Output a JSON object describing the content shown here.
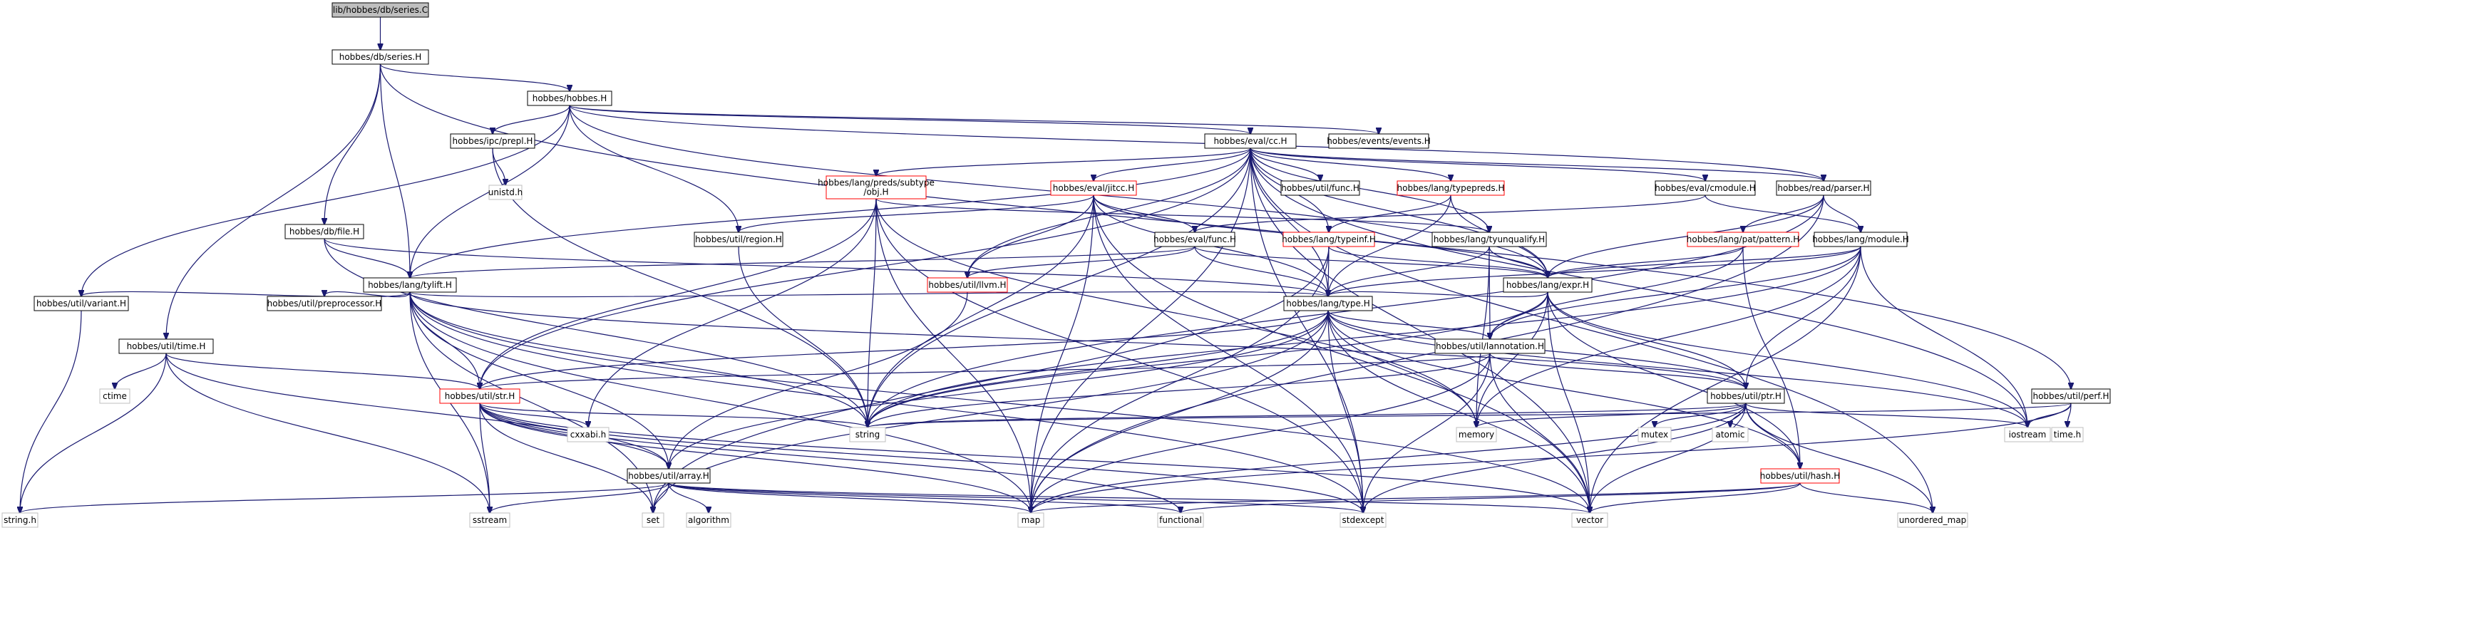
{
  "graph": {
    "colors": {
      "edge": "#191970",
      "doc_border": "#000000",
      "undoc_border": "#ff0000",
      "system_border": "#bfbfbf",
      "root_fill": "#bfbfbf"
    },
    "nodes": [
      {
        "id": "series_C",
        "label": "lib/hobbes/db/series.C",
        "kind": "root"
      },
      {
        "id": "series_H",
        "label": "hobbes/db/series.H",
        "kind": "doc"
      },
      {
        "id": "hobbes_H",
        "label": "hobbes/hobbes.H",
        "kind": "doc"
      },
      {
        "id": "cc_H",
        "label": "hobbes/eval/cc.H",
        "kind": "doc"
      },
      {
        "id": "events_H",
        "label": "hobbes/events/events.H",
        "kind": "doc"
      },
      {
        "id": "prepl_H",
        "label": "hobbes/ipc/prepl.H",
        "kind": "doc"
      },
      {
        "id": "unistd",
        "label": "unistd.h",
        "kind": "system"
      },
      {
        "id": "subtype_H",
        "label": "hobbes/lang/preds/subtype\n/obj.H",
        "kind": "undoc"
      },
      {
        "id": "jitcc_H",
        "label": "hobbes/eval/jitcc.H",
        "kind": "undoc"
      },
      {
        "id": "func_util_H",
        "label": "hobbes/util/func.H",
        "kind": "doc"
      },
      {
        "id": "typepreds_H",
        "label": "hobbes/lang/typepreds.H",
        "kind": "undoc"
      },
      {
        "id": "cmodule_H",
        "label": "hobbes/eval/cmodule.H",
        "kind": "doc"
      },
      {
        "id": "parser_H",
        "label": "hobbes/read/parser.H",
        "kind": "doc"
      },
      {
        "id": "file_H",
        "label": "hobbes/db/file.H",
        "kind": "doc"
      },
      {
        "id": "region_H",
        "label": "hobbes/util/region.H",
        "kind": "doc"
      },
      {
        "id": "evalfunc_H",
        "label": "hobbes/eval/func.H",
        "kind": "doc"
      },
      {
        "id": "typeinf_H",
        "label": "hobbes/lang/typeinf.H",
        "kind": "undoc"
      },
      {
        "id": "tyunqualify_H",
        "label": "hobbes/lang/tyunqualify.H",
        "kind": "doc"
      },
      {
        "id": "pattern_H",
        "label": "hobbes/lang/pat/pattern.H",
        "kind": "undoc"
      },
      {
        "id": "module_H",
        "label": "hobbes/lang/module.H",
        "kind": "doc"
      },
      {
        "id": "tylift_H",
        "label": "hobbes/lang/tylift.H",
        "kind": "doc"
      },
      {
        "id": "llvm_H",
        "label": "hobbes/util/llvm.H",
        "kind": "undoc"
      },
      {
        "id": "expr_H",
        "label": "hobbes/lang/expr.H",
        "kind": "doc"
      },
      {
        "id": "variant_H",
        "label": "hobbes/util/variant.H",
        "kind": "doc"
      },
      {
        "id": "preprocessor_H",
        "label": "hobbes/util/preprocessor.H",
        "kind": "doc"
      },
      {
        "id": "type_H",
        "label": "hobbes/lang/type.H",
        "kind": "doc"
      },
      {
        "id": "time_H",
        "label": "hobbes/util/time.H",
        "kind": "doc"
      },
      {
        "id": "lannotation_H",
        "label": "hobbes/util/lannotation.H",
        "kind": "doc"
      },
      {
        "id": "ctime",
        "label": "ctime",
        "kind": "system"
      },
      {
        "id": "str_H",
        "label": "hobbes/util/str.H",
        "kind": "undoc"
      },
      {
        "id": "ptr_H",
        "label": "hobbes/util/ptr.H",
        "kind": "doc"
      },
      {
        "id": "perf_H",
        "label": "hobbes/util/perf.H",
        "kind": "doc"
      },
      {
        "id": "cxxabi",
        "label": "cxxabi.h",
        "kind": "system"
      },
      {
        "id": "string",
        "label": "string",
        "kind": "system"
      },
      {
        "id": "memory",
        "label": "memory",
        "kind": "system"
      },
      {
        "id": "mutex",
        "label": "mutex",
        "kind": "system"
      },
      {
        "id": "atomic",
        "label": "atomic",
        "kind": "system"
      },
      {
        "id": "iostream",
        "label": "iostream",
        "kind": "system"
      },
      {
        "id": "timeh",
        "label": "time.h",
        "kind": "system"
      },
      {
        "id": "array_H",
        "label": "hobbes/util/array.H",
        "kind": "doc"
      },
      {
        "id": "hash_H",
        "label": "hobbes/util/hash.H",
        "kind": "undoc"
      },
      {
        "id": "stringh",
        "label": "string.h",
        "kind": "system"
      },
      {
        "id": "sstream",
        "label": "sstream",
        "kind": "system"
      },
      {
        "id": "set",
        "label": "set",
        "kind": "system"
      },
      {
        "id": "algorithm",
        "label": "algorithm",
        "kind": "system"
      },
      {
        "id": "map",
        "label": "map",
        "kind": "system"
      },
      {
        "id": "functional",
        "label": "functional",
        "kind": "system"
      },
      {
        "id": "stdexcept",
        "label": "stdexcept",
        "kind": "system"
      },
      {
        "id": "vector",
        "label": "vector",
        "kind": "system"
      },
      {
        "id": "unordered_map",
        "label": "unordered_map",
        "kind": "system"
      }
    ],
    "edges": [
      [
        "series_C",
        "series_H"
      ],
      [
        "series_H",
        "hobbes_H"
      ],
      [
        "series_H",
        "file_H"
      ],
      [
        "series_H",
        "tylift_H"
      ],
      [
        "series_H",
        "time_H"
      ],
      [
        "series_H",
        "perf_H"
      ],
      [
        "hobbes_H",
        "cc_H"
      ],
      [
        "hobbes_H",
        "events_H"
      ],
      [
        "hobbes_H",
        "prepl_H"
      ],
      [
        "hobbes_H",
        "parser_H"
      ],
      [
        "hobbes_H",
        "region_H"
      ],
      [
        "hobbes_H",
        "tylift_H"
      ],
      [
        "hobbes_H",
        "variant_H"
      ],
      [
        "hobbes_H",
        "expr_H"
      ],
      [
        "prepl_H",
        "unistd"
      ],
      [
        "prepl_H",
        "string"
      ],
      [
        "cc_H",
        "subtype_H"
      ],
      [
        "cc_H",
        "jitcc_H"
      ],
      [
        "cc_H",
        "func_util_H"
      ],
      [
        "cc_H",
        "typepreds_H"
      ],
      [
        "cc_H",
        "cmodule_H"
      ],
      [
        "cc_H",
        "parser_H"
      ],
      [
        "cc_H",
        "typeinf_H"
      ],
      [
        "cc_H",
        "tyunqualify_H"
      ],
      [
        "cc_H",
        "tylift_H"
      ],
      [
        "cc_H",
        "llvm_H"
      ],
      [
        "cc_H",
        "type_H"
      ],
      [
        "cc_H",
        "expr_H"
      ],
      [
        "cc_H",
        "str_H"
      ],
      [
        "cc_H",
        "string"
      ],
      [
        "cc_H",
        "map"
      ],
      [
        "cc_H",
        "vector"
      ],
      [
        "cc_H",
        "iostream"
      ],
      [
        "cc_H",
        "stdexcept"
      ],
      [
        "cc_H",
        "unordered_map"
      ],
      [
        "subtype_H",
        "tyunqualify_H"
      ],
      [
        "subtype_H",
        "str_H"
      ],
      [
        "subtype_H",
        "cxxabi"
      ],
      [
        "subtype_H",
        "string"
      ],
      [
        "subtype_H",
        "map"
      ],
      [
        "subtype_H",
        "memory"
      ],
      [
        "subtype_H",
        "stdexcept"
      ],
      [
        "jitcc_H",
        "evalfunc_H"
      ],
      [
        "jitcc_H",
        "region_H"
      ],
      [
        "jitcc_H",
        "llvm_H"
      ],
      [
        "jitcc_H",
        "expr_H"
      ],
      [
        "jitcc_H",
        "type_H"
      ],
      [
        "jitcc_H",
        "string"
      ],
      [
        "jitcc_H",
        "map"
      ],
      [
        "jitcc_H",
        "vector"
      ],
      [
        "jitcc_H",
        "stdexcept"
      ],
      [
        "typepreds_H",
        "typeinf_H"
      ],
      [
        "typepreds_H",
        "type_H"
      ],
      [
        "typepreds_H",
        "expr_H"
      ],
      [
        "cmodule_H",
        "module_H"
      ],
      [
        "cmodule_H",
        "evalfunc_H"
      ],
      [
        "parser_H",
        "module_H"
      ],
      [
        "parser_H",
        "pattern_H"
      ],
      [
        "parser_H",
        "expr_H"
      ],
      [
        "parser_H",
        "string"
      ],
      [
        "parser_H",
        "map"
      ],
      [
        "file_H",
        "tylift_H"
      ],
      [
        "file_H",
        "type_H"
      ],
      [
        "file_H",
        "string"
      ],
      [
        "region_H",
        "string"
      ],
      [
        "evalfunc_H",
        "tylift_H"
      ],
      [
        "evalfunc_H",
        "llvm_H"
      ],
      [
        "evalfunc_H",
        "type_H"
      ],
      [
        "evalfunc_H",
        "expr_H"
      ],
      [
        "typeinf_H",
        "type_H"
      ],
      [
        "typeinf_H",
        "expr_H"
      ],
      [
        "typeinf_H",
        "set"
      ],
      [
        "typeinf_H",
        "map"
      ],
      [
        "tyunqualify_H",
        "type_H"
      ],
      [
        "tyunqualify_H",
        "expr_H"
      ],
      [
        "tyunqualify_H",
        "lannotation_H"
      ],
      [
        "tyunqualify_H",
        "memory"
      ],
      [
        "pattern_H",
        "expr_H"
      ],
      [
        "pattern_H",
        "lannotation_H"
      ],
      [
        "pattern_H",
        "hash_H"
      ],
      [
        "module_H",
        "expr_H"
      ],
      [
        "module_H",
        "type_H"
      ],
      [
        "module_H",
        "lannotation_H"
      ],
      [
        "module_H",
        "ptr_H"
      ],
      [
        "module_H",
        "string"
      ],
      [
        "module_H",
        "memory"
      ],
      [
        "module_H",
        "iostream"
      ],
      [
        "module_H",
        "vector"
      ],
      [
        "tylift_H",
        "variant_H"
      ],
      [
        "tylift_H",
        "preprocessor_H"
      ],
      [
        "tylift_H",
        "type_H"
      ],
      [
        "tylift_H",
        "str_H"
      ],
      [
        "tylift_H",
        "array_H"
      ],
      [
        "tylift_H",
        "ptr_H"
      ],
      [
        "tylift_H",
        "string"
      ],
      [
        "tylift_H",
        "map"
      ],
      [
        "tylift_H",
        "set"
      ],
      [
        "tylift_H",
        "stdexcept"
      ],
      [
        "tylift_H",
        "vector"
      ],
      [
        "tylift_H",
        "sstream"
      ],
      [
        "llvm_H",
        "array_H"
      ],
      [
        "expr_H",
        "type_H"
      ],
      [
        "expr_H",
        "lannotation_H"
      ],
      [
        "expr_H",
        "ptr_H"
      ],
      [
        "expr_H",
        "hash_H"
      ],
      [
        "expr_H",
        "string"
      ],
      [
        "expr_H",
        "memory"
      ],
      [
        "expr_H",
        "iostream"
      ],
      [
        "expr_H",
        "vector"
      ],
      [
        "variant_H",
        "stringh"
      ],
      [
        "type_H",
        "lannotation_H"
      ],
      [
        "type_H",
        "str_H"
      ],
      [
        "type_H",
        "array_H"
      ],
      [
        "type_H",
        "ptr_H"
      ],
      [
        "type_H",
        "hash_H"
      ],
      [
        "type_H",
        "string"
      ],
      [
        "type_H",
        "memory"
      ],
      [
        "type_H",
        "map"
      ],
      [
        "type_H",
        "set"
      ],
      [
        "type_H",
        "stdexcept"
      ],
      [
        "type_H",
        "vector"
      ],
      [
        "type_H",
        "iostream"
      ],
      [
        "time_H",
        "str_H"
      ],
      [
        "time_H",
        "array_H"
      ],
      [
        "time_H",
        "ctime"
      ],
      [
        "time_H",
        "stringh"
      ],
      [
        "time_H",
        "sstream"
      ],
      [
        "lannotation_H",
        "str_H"
      ],
      [
        "lannotation_H",
        "ptr_H"
      ],
      [
        "lannotation_H",
        "string"
      ],
      [
        "lannotation_H",
        "map"
      ],
      [
        "lannotation_H",
        "vector"
      ],
      [
        "lannotation_H",
        "stdexcept"
      ],
      [
        "str_H",
        "cxxabi"
      ],
      [
        "str_H",
        "string"
      ],
      [
        "str_H",
        "array_H"
      ],
      [
        "str_H",
        "sstream"
      ],
      [
        "str_H",
        "set"
      ],
      [
        "str_H",
        "map"
      ],
      [
        "str_H",
        "vector"
      ],
      [
        "str_H",
        "functional"
      ],
      [
        "str_H",
        "stdexcept"
      ],
      [
        "ptr_H",
        "hash_H"
      ],
      [
        "ptr_H",
        "string"
      ],
      [
        "ptr_H",
        "memory"
      ],
      [
        "ptr_H",
        "mutex"
      ],
      [
        "ptr_H",
        "atomic"
      ],
      [
        "ptr_H",
        "iostream"
      ],
      [
        "ptr_H",
        "map"
      ],
      [
        "ptr_H",
        "vector"
      ],
      [
        "ptr_H",
        "unordered_map"
      ],
      [
        "ptr_H",
        "stdexcept"
      ],
      [
        "perf_H",
        "string"
      ],
      [
        "perf_H",
        "iostream"
      ],
      [
        "perf_H",
        "timeh"
      ],
      [
        "perf_H",
        "map"
      ],
      [
        "array_H",
        "stringh"
      ],
      [
        "array_H",
        "sstream"
      ],
      [
        "array_H",
        "set"
      ],
      [
        "array_H",
        "algorithm"
      ],
      [
        "array_H",
        "map"
      ],
      [
        "array_H",
        "functional"
      ],
      [
        "array_H",
        "stdexcept"
      ],
      [
        "array_H",
        "vector"
      ],
      [
        "hash_H",
        "map"
      ],
      [
        "hash_H",
        "vector"
      ],
      [
        "hash_H",
        "unordered_map"
      ],
      [
        "hash_H",
        "functional"
      ]
    ]
  }
}
